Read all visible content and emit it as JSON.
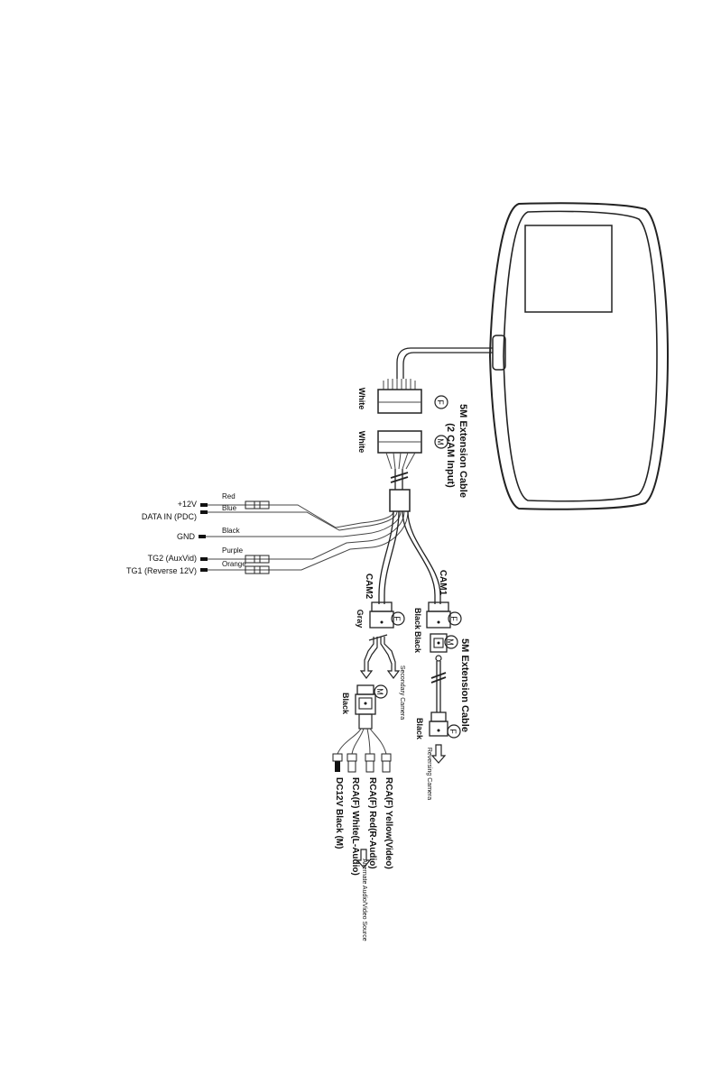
{
  "diagram": {
    "left_wires": {
      "red": "Red",
      "plus12v": "+12V",
      "blue": "Blue",
      "data_in": "DATA IN (PDC)",
      "black": "Black",
      "gnd": "GND",
      "purple": "Purple",
      "tg2": "TG2 (AuxVid)",
      "orange": "Orange",
      "tg1": "TG1 (Reverse 12V)"
    },
    "main_connector": {
      "white_female": "White",
      "white_male": "White",
      "female_mark": "F",
      "male_mark": "M"
    },
    "extension_top": {
      "title": "5M Extension Cable",
      "subtitle": "(2 CAM Input)"
    },
    "cam_branches": {
      "cam1": "CAM1",
      "cam2": "CAM2"
    },
    "cam1_side": {
      "black_female": "Black",
      "female_mark": "F",
      "black_male": "Black",
      "male_mark": "M",
      "extension_label": "5M Extension Cable",
      "black_female_end": "Black",
      "female_mark_end": "F",
      "reversing_camera": "Reversing Camera"
    },
    "cam2_side": {
      "gray": "Gray",
      "female_mark": "F",
      "secondary_camera": "Secondary Camera",
      "black_male": "Black",
      "male_mark": "M"
    },
    "av_outputs": {
      "rca_yellow": "RCA(F) Yellow(Video)",
      "rca_red": "RCA(F) Red(R-Audio)",
      "rca_white": "RCA(F) White(L-Audio)",
      "dc12v": "DC12V Black (M)",
      "alternate_source": "Alternate Audio/Video Source"
    },
    "colors": {
      "ink": "#111111",
      "paper": "#ffffff"
    }
  }
}
